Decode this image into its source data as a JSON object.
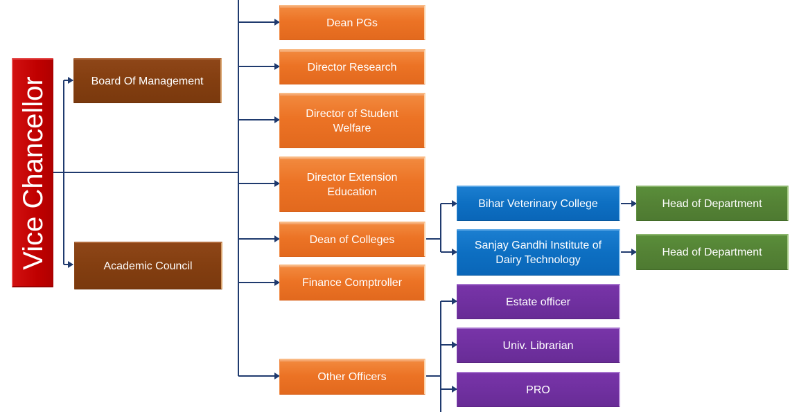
{
  "colors": {
    "connector": "#1f3a6e",
    "vice_chancellor": "#c00000",
    "board": "#843c0c",
    "officer": "#ed7d31",
    "college": "#0070c0",
    "department": "#548235",
    "other_officer": "#7030a0"
  },
  "root": {
    "label": "Vice Chancellor"
  },
  "bodies": [
    {
      "label": "Board Of Management"
    },
    {
      "label": "Academic Council"
    }
  ],
  "officers": [
    {
      "label": "Dean PGs"
    },
    {
      "label": "Director Research"
    },
    {
      "label": "Director of Student Welfare"
    },
    {
      "label": "Director Extension Education"
    },
    {
      "label": "Dean of Colleges"
    },
    {
      "label": "Finance Comptroller"
    },
    {
      "label": "Other Officers"
    }
  ],
  "colleges": [
    {
      "label": "Bihar Veterinary College",
      "child": "Head of Department"
    },
    {
      "label": "Sanjay Gandhi Institute of Dairy Technology",
      "child": "Head of Department"
    }
  ],
  "other_officers": [
    {
      "label": "Estate officer"
    },
    {
      "label": "Univ. Librarian"
    },
    {
      "label": "PRO"
    }
  ]
}
